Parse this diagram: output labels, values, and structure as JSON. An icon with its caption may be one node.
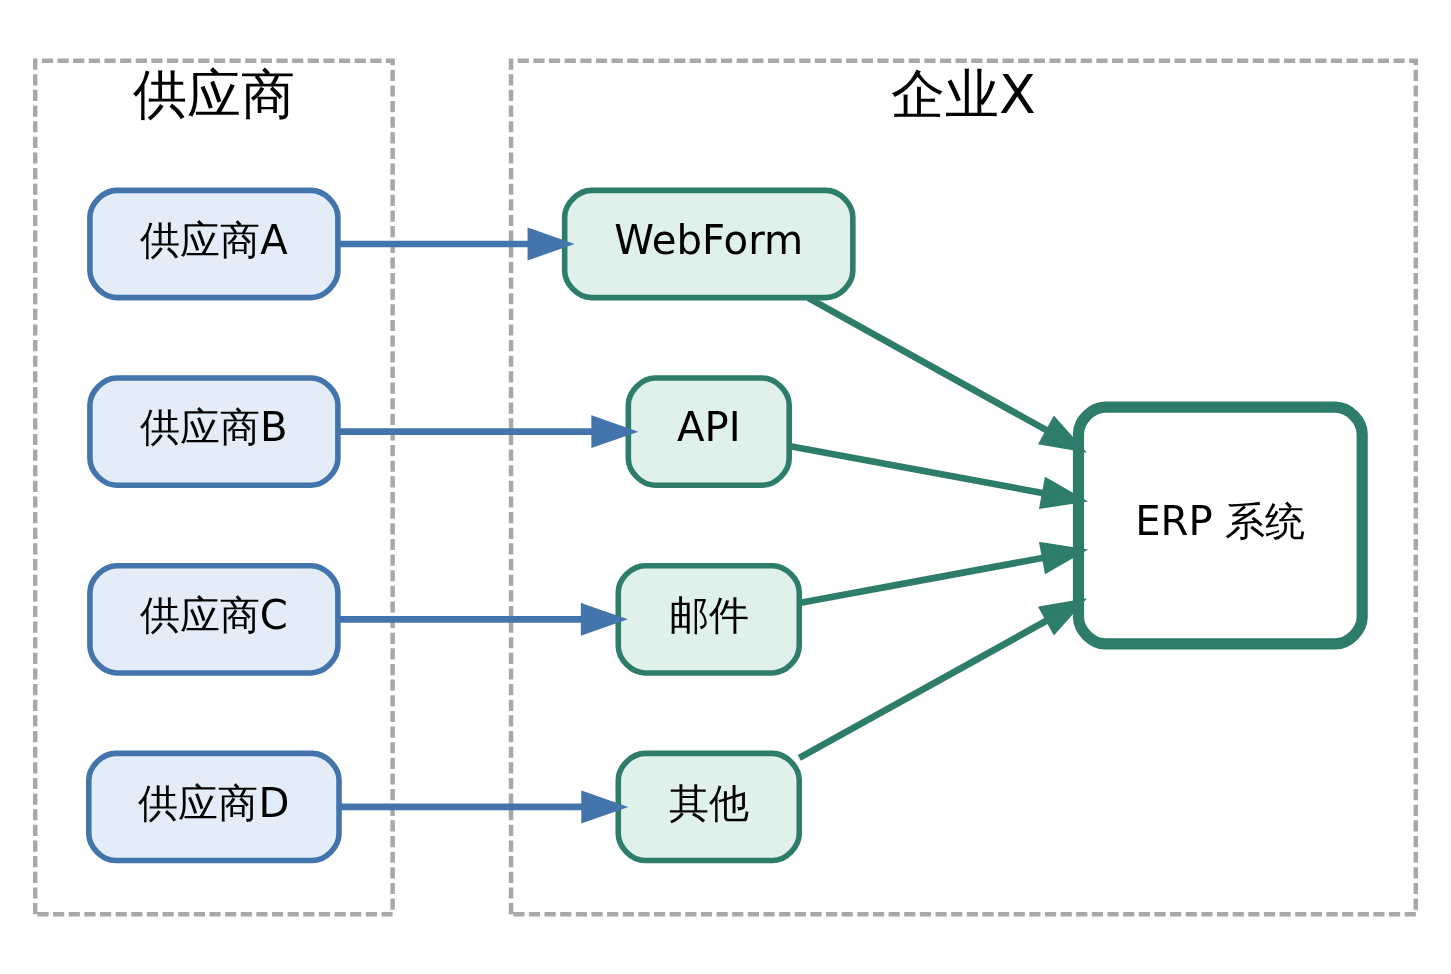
{
  "diagram": {
    "nodes": [
      {
        "text": [
          "供应商"
        ]
      },
      {
        "text": [
          "供应商A"
        ],
        "in": 0
      },
      {
        "text": [
          "供应商B"
        ],
        "in": 0
      },
      {
        "text": [
          "供应商C"
        ],
        "in": 0
      },
      {
        "text": [
          "供应商D"
        ],
        "in": 0
      },
      {
        "text": [
          "企业X"
        ]
      },
      {
        "text": [
          "WebForm"
        ],
        "in": 5
      },
      {
        "text": [
          "API"
        ],
        "in": 5
      },
      {
        "text": [
          "邮件"
        ],
        "in": 5
      },
      {
        "text": [
          "其他"
        ],
        "in": 5
      },
      {
        "text": [
          "ERP 系统"
        ],
        "in": 5
      }
    ],
    "edges": [
      {
        "from": 1,
        "to": 6,
        "arrow": "to",
        "color": "#4374ab"
      },
      {
        "from": 2,
        "to": 7,
        "arrow": "to",
        "color": "#4374ab"
      },
      {
        "from": 3,
        "to": 8,
        "arrow": "to",
        "color": "#4374ab"
      },
      {
        "from": 4,
        "to": 9,
        "arrow": "to",
        "color": "#4374ab"
      },
      {
        "from": 6,
        "to": 10,
        "arrow": "to",
        "color": "#2e7d6b"
      },
      {
        "from": 7,
        "to": 10,
        "arrow": "to",
        "color": "#2e7d6b"
      },
      {
        "from": 8,
        "to": 10,
        "arrow": "to",
        "color": "#2e7d6b"
      },
      {
        "from": 9,
        "to": 10,
        "arrow": "to",
        "color": "#2e7d6b"
      }
    ]
  }
}
